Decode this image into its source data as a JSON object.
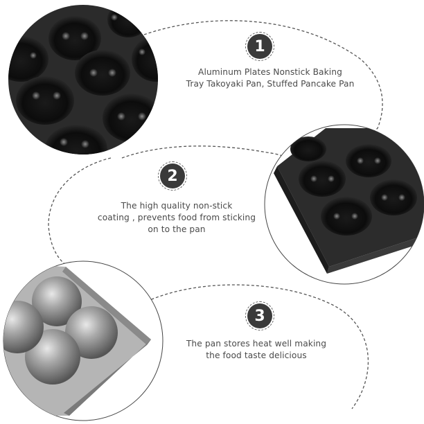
{
  "features": [
    {
      "number": "1",
      "lines": [
        "Aluminum Plates Nonstick Baking",
        "Tray Takoyaki Pan, Stuffed Pancake Pan"
      ],
      "image": "black-nonstick-pan-closeup-cavities"
    },
    {
      "number": "2",
      "lines": [
        "The high quality non-stick",
        "coating , prevents food from sticking",
        "on to the pan"
      ],
      "image": "black-pan-corner-with-cavities"
    },
    {
      "number": "3",
      "lines": [
        "The pan stores heat well making",
        "the food taste delicious"
      ],
      "image": "raw-aluminum-pan-domed-bottom"
    }
  ],
  "colors": {
    "badge_fill": "#3a3a3a",
    "text": "#4a4a4a",
    "dashed_line": "#555555",
    "background": "#ffffff"
  }
}
